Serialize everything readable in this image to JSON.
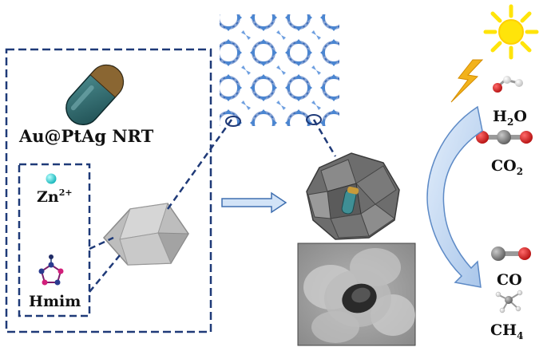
{
  "labels": {
    "nrt": "Au@PtAg NRT",
    "zn_base": "Zn",
    "zn_charge": "2+",
    "hmim": "Hmim",
    "h2o_base": "H",
    "h2o_sub": "2",
    "h2o_end": "O",
    "co2_base": "CO",
    "co2_sub": "2",
    "co": "CO",
    "ch4_base": "CH",
    "ch4_sub": "4"
  },
  "colors": {
    "dashed_border": "#1f3a78",
    "capsule_body": "#2f6f73",
    "capsule_cap": "#7a5a2e",
    "zinc_ion": "#35d6d6",
    "oxygen": "#d21f1f",
    "carbon": "#7d7d7d",
    "hydrogen": "#f2f2f2",
    "arrow_fill": "#c9dcf3",
    "sun": "#ffe40a",
    "lightning": "#f2b21b"
  },
  "icons": [
    "sun-icon",
    "lightning-icon",
    "water-molecule-icon",
    "carbon-dioxide-molecule-icon",
    "carbon-monoxide-molecule-icon",
    "methane-molecule-icon",
    "imidazole-molecule-icon"
  ]
}
